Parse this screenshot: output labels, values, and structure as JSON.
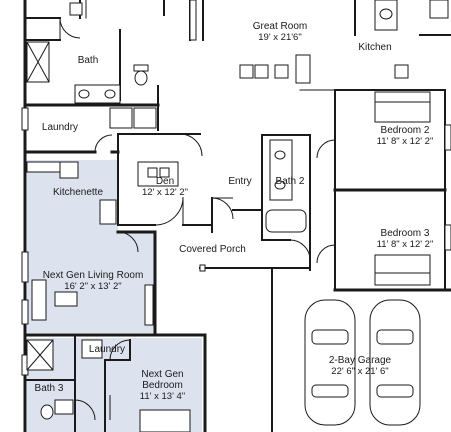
{
  "floor_plan": {
    "rooms": {
      "great_room": {
        "name": "Great Room",
        "dims": "19' x 21'6\""
      },
      "kitchen": {
        "name": "Kitchen"
      },
      "bath": {
        "name": "Bath"
      },
      "laundry_main": {
        "name": "Laundry"
      },
      "bedroom_2": {
        "name": "Bedroom 2",
        "dims": "11' 8\" x 12' 2\""
      },
      "den": {
        "name": "Den",
        "dims": "12' x 12' 2\""
      },
      "entry": {
        "name": "Entry"
      },
      "bath_2": {
        "name": "Bath 2"
      },
      "kitchenette": {
        "name": "Kitchenette"
      },
      "bedroom_3": {
        "name": "Bedroom 3",
        "dims": "11' 8\" x 12' 2\""
      },
      "covered_porch": {
        "name": "Covered Porch"
      },
      "next_gen_living": {
        "name": "Next Gen Living Room",
        "dims": "16' 2\" x 13' 2\""
      },
      "garage": {
        "name": "2-Bay Garage",
        "dims": "22' 6\" x 21' 6\""
      },
      "laundry_next_gen": {
        "name": "Laundry"
      },
      "next_gen_bedroom_line1": {
        "name": "Next Gen"
      },
      "next_gen_bedroom": {
        "name": "Bedroom",
        "dims": "11' x 13' 4\""
      },
      "bath_3": {
        "name": "Bath 3"
      }
    },
    "colors": {
      "wall": "#1a1a1a",
      "next_gen_suite_fill": "#dde3ee",
      "background": "#ffffff"
    }
  }
}
